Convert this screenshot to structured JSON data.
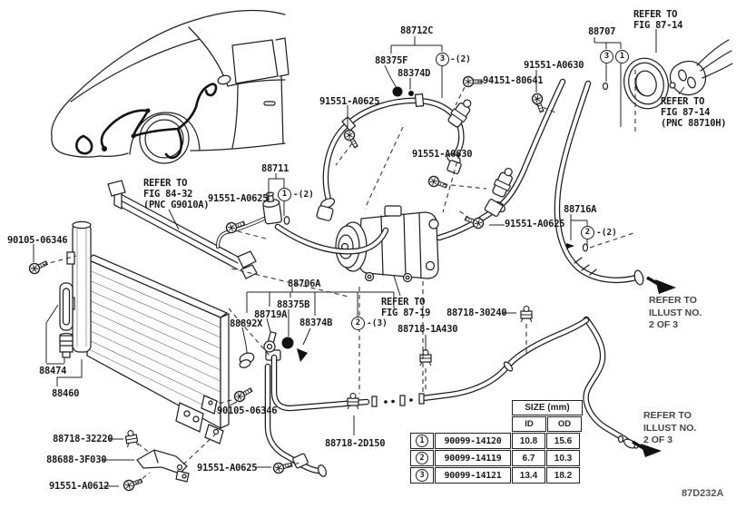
{
  "drawing_code": "87D232A",
  "labels": {
    "l88712c": {
      "text": "88712C"
    },
    "l88375f": {
      "text": "88375F"
    },
    "l88374d": {
      "text": "88374D"
    },
    "l94151_80641": {
      "text": "94151-80641"
    },
    "l91551a0630_top": {
      "text": "91551-A0630"
    },
    "l88707": {
      "text": "88707"
    },
    "ref_8714_top": {
      "text": "REFER TO\nFIG 87-14"
    },
    "ref_8714_pnc": {
      "text": "REFER TO\nFIG 87-14\n(PNC 88710H)"
    },
    "l91551a0625_top": {
      "text": "91551-A0625"
    },
    "l88711": {
      "text": "88711"
    },
    "ref_8432": {
      "text": "REFER TO\nFIG 84-32\n(PNC G9010A)"
    },
    "l91551a0625_left": {
      "text": "91551-A0625"
    },
    "l91551a0630_mid": {
      "text": "91551-A0630"
    },
    "l91551a0625_right": {
      "text": "91551-A0625"
    },
    "l88716a": {
      "text": "88716A"
    },
    "l90105_top": {
      "text": "90105-06346"
    },
    "l88474": {
      "text": "88474"
    },
    "l88460": {
      "text": "88460"
    },
    "l88706a": {
      "text": "88706A"
    },
    "l88375b": {
      "text": "88375B"
    },
    "l88719a": {
      "text": "88719A"
    },
    "l88892x": {
      "text": "88892X"
    },
    "l88374b": {
      "text": "88374B"
    },
    "ref_8719": {
      "text": "REFER TO\nFIG 87-19"
    },
    "l88718_30240": {
      "text": "88718-30240"
    },
    "l88718_1a430": {
      "text": "88718-1A430"
    },
    "l90105_bot": {
      "text": "90105-06346"
    },
    "l88718_2d150": {
      "text": "88718-2D150"
    },
    "l91551a0625_bot": {
      "text": "91551-A0625"
    },
    "l88718_32220": {
      "text": "88718-32220"
    },
    "l88688_3f030": {
      "text": "88688-3F030"
    },
    "l91551a0612": {
      "text": "91551-A0612"
    },
    "note_mid": {
      "text": "REFER TO\nILLUST NO.\n2 OF 3"
    },
    "note_bot": {
      "text": "REFER TO\nILLUST NO.\n2 OF 3"
    }
  },
  "circles": {
    "c1": {
      "num": "3",
      "suffix": "-(2)"
    },
    "c2": {
      "num": "3",
      "suffix": ""
    },
    "c3": {
      "num": "1",
      "suffix": ""
    },
    "c4": {
      "num": "1",
      "suffix": "-(2)"
    },
    "c5": {
      "num": "2",
      "suffix": "-(2)"
    },
    "c6": {
      "num": "2",
      "suffix": "-(3)"
    }
  },
  "table": {
    "size_header": "SIZE (mm)",
    "id_header": "ID",
    "od_header": "OD",
    "rows": [
      {
        "num": "1",
        "part": "90099-14120",
        "id": "10.8",
        "od": "15.6"
      },
      {
        "num": "2",
        "part": "90099-14119",
        "id": "6.7",
        "od": "10.3"
      },
      {
        "num": "3",
        "part": "90099-14121",
        "id": "13.4",
        "od": "18.2"
      }
    ]
  }
}
